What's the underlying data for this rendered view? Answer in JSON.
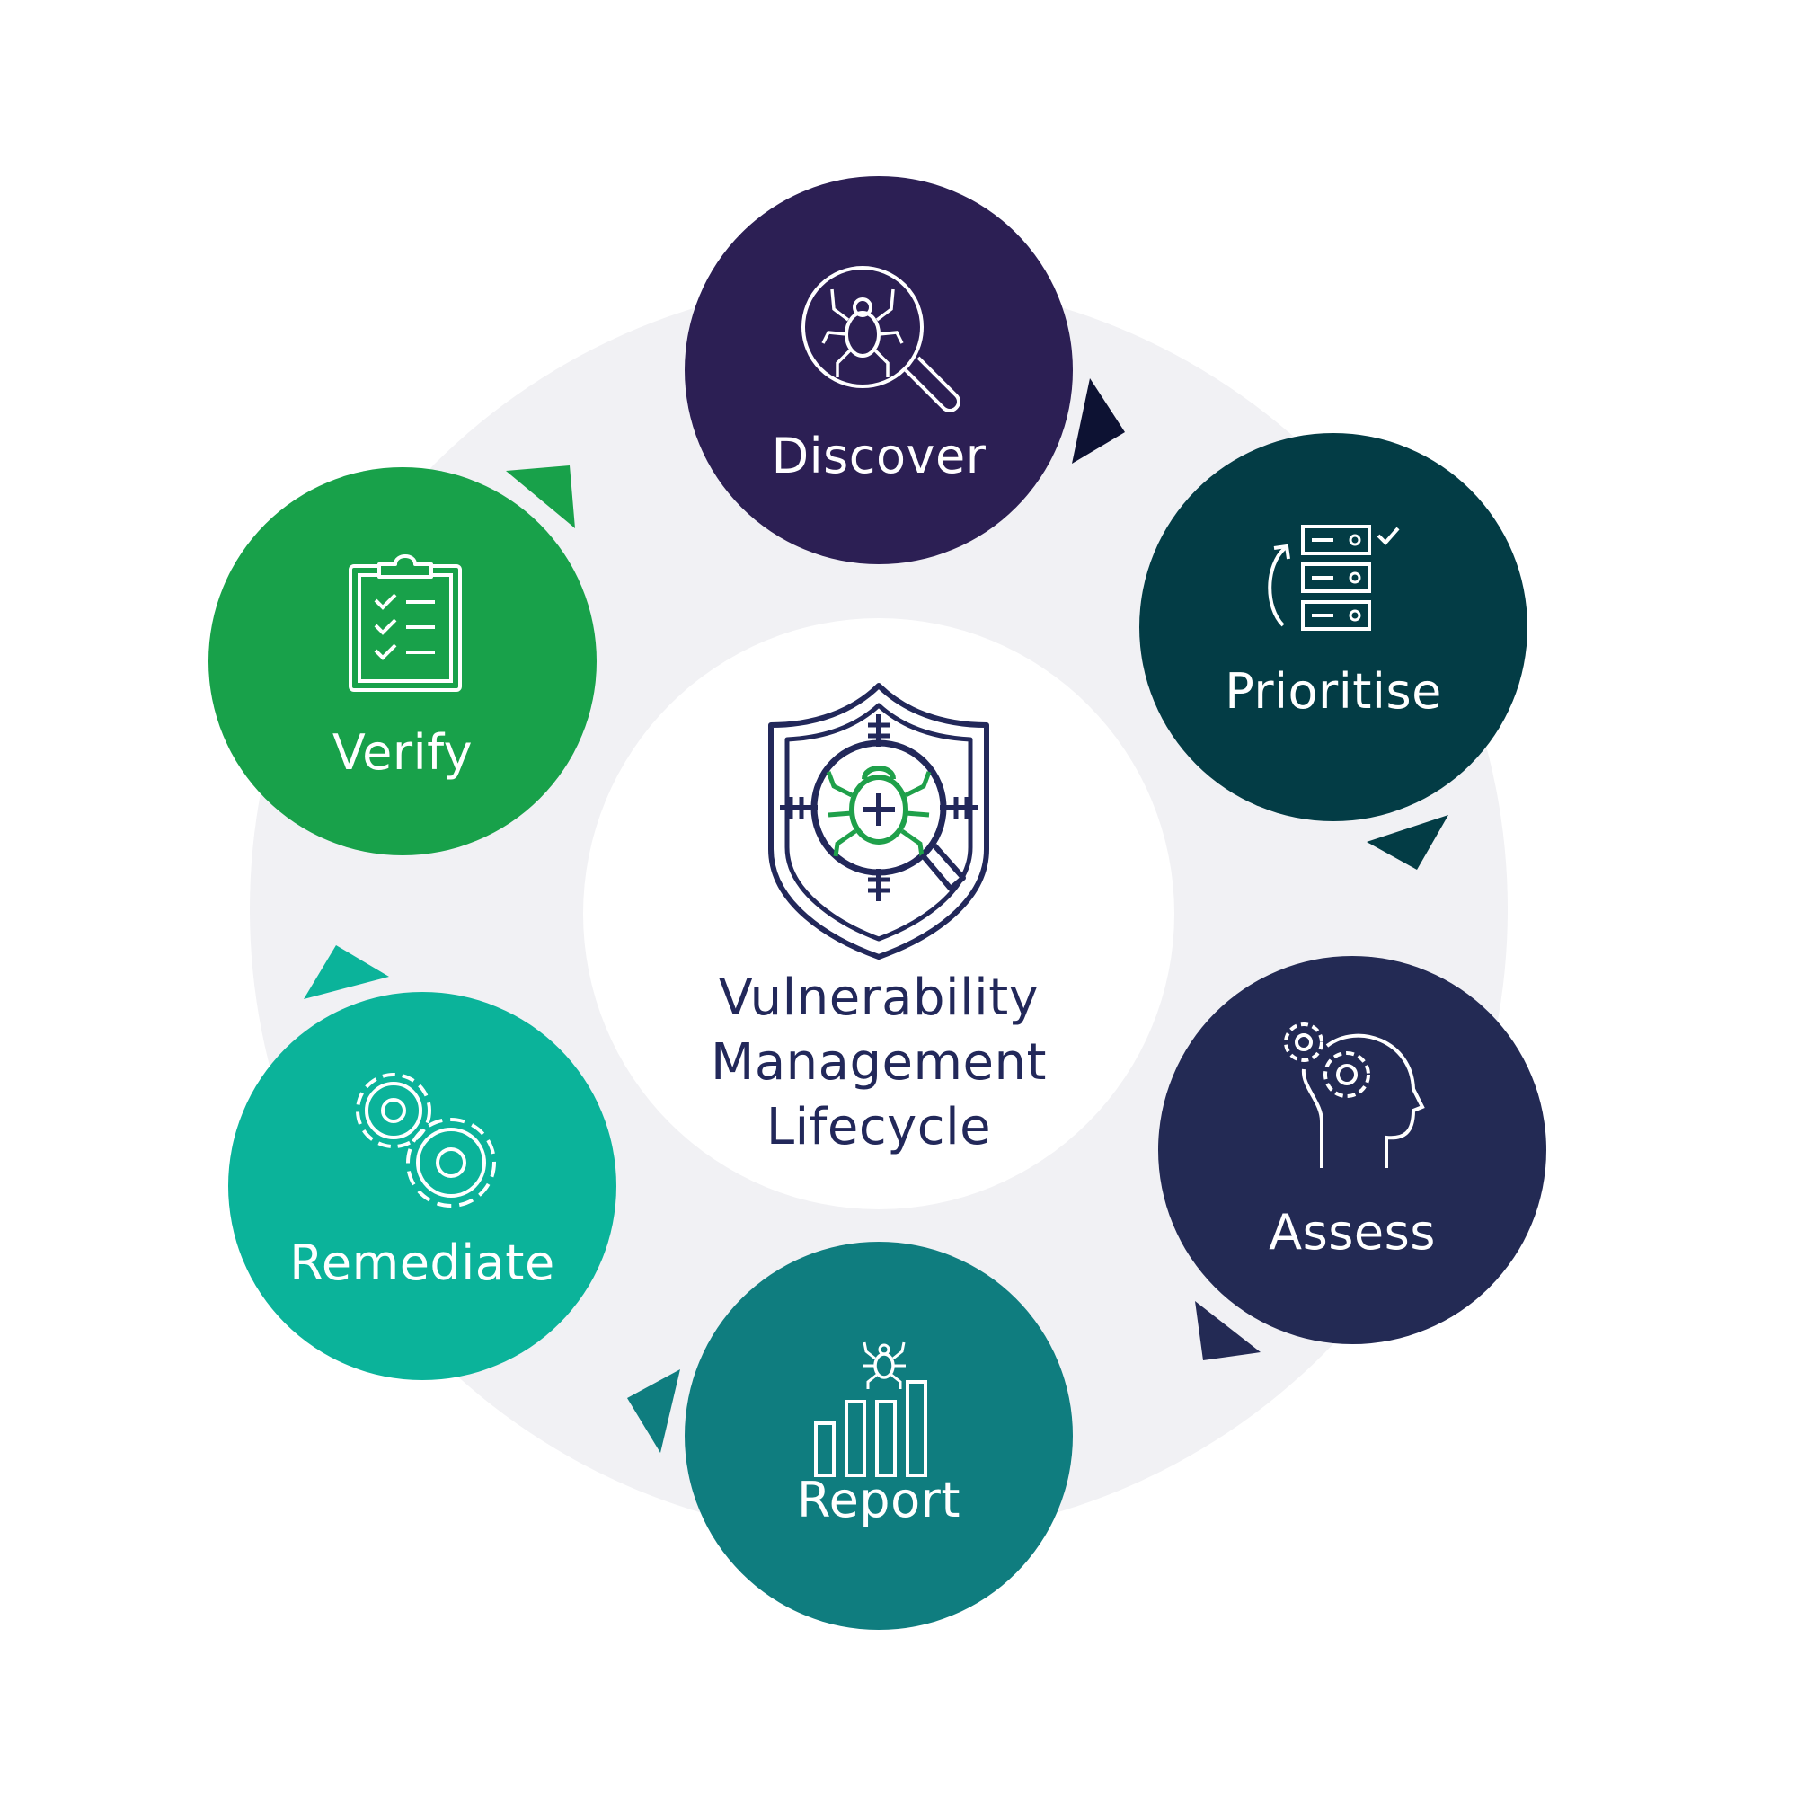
{
  "center": {
    "title_lines": [
      "Vulnerability",
      "Management",
      "Lifecycle"
    ],
    "icon": "shield-bug-target-icon"
  },
  "stages": [
    {
      "label": "Discover",
      "icon": "bug-magnifier-icon",
      "color": "#2c1f54"
    },
    {
      "label": "Prioritise",
      "icon": "server-priority-icon",
      "color": "#033c45"
    },
    {
      "label": "Assess",
      "icon": "head-gears-icon",
      "color": "#232a54"
    },
    {
      "label": "Report",
      "icon": "bug-bar-chart-icon",
      "color": "#0f7d7f"
    },
    {
      "label": "Remediate",
      "icon": "gears-icon",
      "color": "#0bb39a"
    },
    {
      "label": "Verify",
      "icon": "clipboard-checklist-icon",
      "color": "#18a14a"
    }
  ],
  "colors": {
    "ring": "#f1f1f4",
    "title_text": "#22285a",
    "icon_accent": "#1fa04a"
  }
}
